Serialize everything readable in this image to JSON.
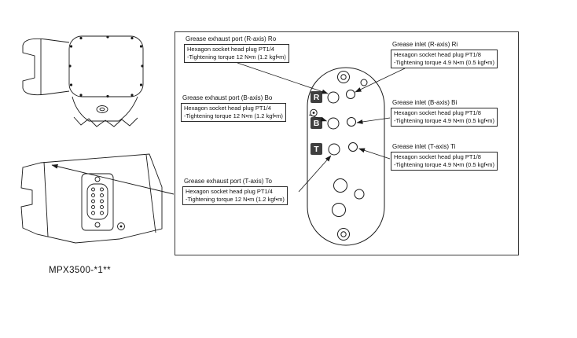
{
  "model_label": "MPX3500-*1**",
  "axis_markers": {
    "r": "R",
    "b": "B",
    "t": "T"
  },
  "labels": {
    "ro": {
      "title": "Grease exhaust port  (R-axis) Ro",
      "plug": "Hexagon socket head plug PT1/4",
      "torque": "-Tightening torque 12 N•m (1.2 kgf•m)"
    },
    "ri": {
      "title": "Grease inlet  (R-axis) Ri",
      "plug": "Hexagon socket head plug PT1/8",
      "torque": "-Tightening torque 4.9 N•m (0.5 kgf•m)"
    },
    "bo": {
      "title": "Grease exhaust port  (B-axis) Bo",
      "plug": "Hexagon socket head plug PT1/4",
      "torque": "-Tightening torque 12 N•m (1.2 kgf•m)"
    },
    "bi": {
      "title": "Grease inlet  (B-axis) Bi",
      "plug": "Hexagon socket head plug PT1/8",
      "torque": "-Tightening torque 4.9 N•m (0.5 kgf•m)"
    },
    "ti": {
      "title": "Grease inlet  (T-axis) Ti",
      "plug": "Hexagon socket head plug PT1/8",
      "torque": "-Tightening torque 4.9 N•m (0.5 kgf•m)"
    },
    "to": {
      "title": "Grease exhaust port  (T-axis) To",
      "plug": "Hexagon socket head plug PT1/4",
      "torque": "-Tightening torque 12 N•m (1.2 kgf•m)"
    }
  },
  "colors": {
    "line": "#1a1a1a",
    "marker_bg": "#3f3f3f",
    "marker_text": "#ffffff"
  }
}
